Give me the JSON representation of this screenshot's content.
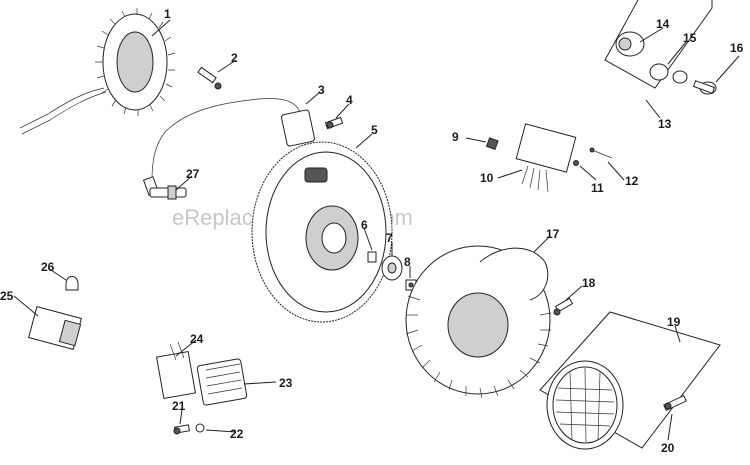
{
  "watermark": "eReplacementParts.com",
  "callouts": [
    {
      "id": "1",
      "label": "1"
    },
    {
      "id": "2",
      "label": "2"
    },
    {
      "id": "3",
      "label": "3"
    },
    {
      "id": "4",
      "label": "4"
    },
    {
      "id": "5",
      "label": "5"
    },
    {
      "id": "6",
      "label": "6"
    },
    {
      "id": "7",
      "label": "7"
    },
    {
      "id": "8",
      "label": "8"
    },
    {
      "id": "9",
      "label": "9"
    },
    {
      "id": "10",
      "label": "10"
    },
    {
      "id": "11",
      "label": "11"
    },
    {
      "id": "12",
      "label": "12"
    },
    {
      "id": "13",
      "label": "13"
    },
    {
      "id": "14",
      "label": "14"
    },
    {
      "id": "15",
      "label": "15"
    },
    {
      "id": "16",
      "label": "16"
    },
    {
      "id": "17",
      "label": "17"
    },
    {
      "id": "18",
      "label": "18"
    },
    {
      "id": "19",
      "label": "19"
    },
    {
      "id": "20",
      "label": "20"
    },
    {
      "id": "21",
      "label": "21"
    },
    {
      "id": "22",
      "label": "22"
    },
    {
      "id": "23",
      "label": "23"
    },
    {
      "id": "24",
      "label": "24"
    },
    {
      "id": "25",
      "label": "25"
    },
    {
      "id": "26",
      "label": "26"
    },
    {
      "id": "27",
      "label": "27"
    }
  ]
}
